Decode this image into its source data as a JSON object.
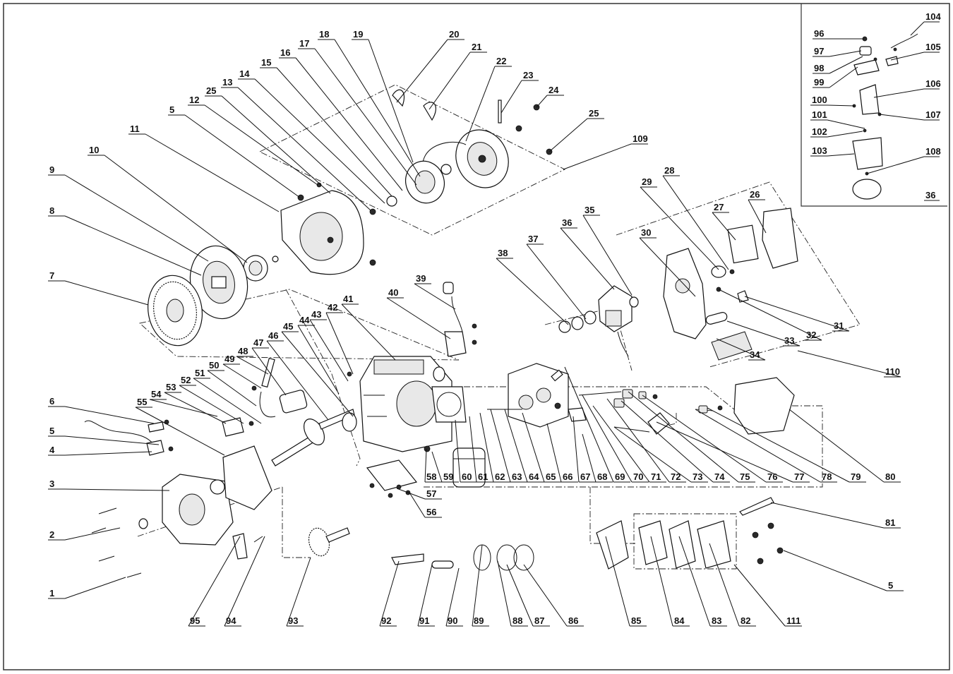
{
  "callouts": {
    "left": [
      "1",
      "2",
      "3",
      "4",
      "5",
      "6",
      "7",
      "8",
      "9",
      "10",
      "11",
      "5",
      "12",
      "25",
      "13",
      "14",
      "15",
      "16",
      "17",
      "18",
      "19",
      "20",
      "21",
      "22",
      "23",
      "24",
      "25",
      "109"
    ],
    "center": [
      "28",
      "29",
      "26",
      "27",
      "30",
      "35",
      "36",
      "37",
      "38",
      "39",
      "40",
      "41",
      "42",
      "43",
      "44",
      "45",
      "46",
      "47",
      "48",
      "49",
      "50",
      "51",
      "52",
      "53",
      "54",
      "55",
      "31",
      "32",
      "33",
      "34",
      "110"
    ],
    "bottom": [
      "56",
      "57",
      "58",
      "59",
      "60",
      "61",
      "62",
      "63",
      "64",
      "65",
      "66",
      "67",
      "68",
      "69",
      "70",
      "71",
      "72",
      "73",
      "74",
      "75",
      "76",
      "77",
      "78",
      "79",
      "80",
      "81",
      "5",
      "86",
      "87",
      "88",
      "89",
      "90",
      "91",
      "92",
      "93",
      "94",
      "95",
      "85",
      "84",
      "83",
      "82",
      "111"
    ],
    "inset": [
      "96",
      "97",
      "98",
      "99",
      "100",
      "101",
      "102",
      "103",
      "104",
      "105",
      "106",
      "107",
      "108",
      "36"
    ]
  },
  "colors": {
    "line": "#111111",
    "background": "#ffffff",
    "frame": "#333333"
  }
}
